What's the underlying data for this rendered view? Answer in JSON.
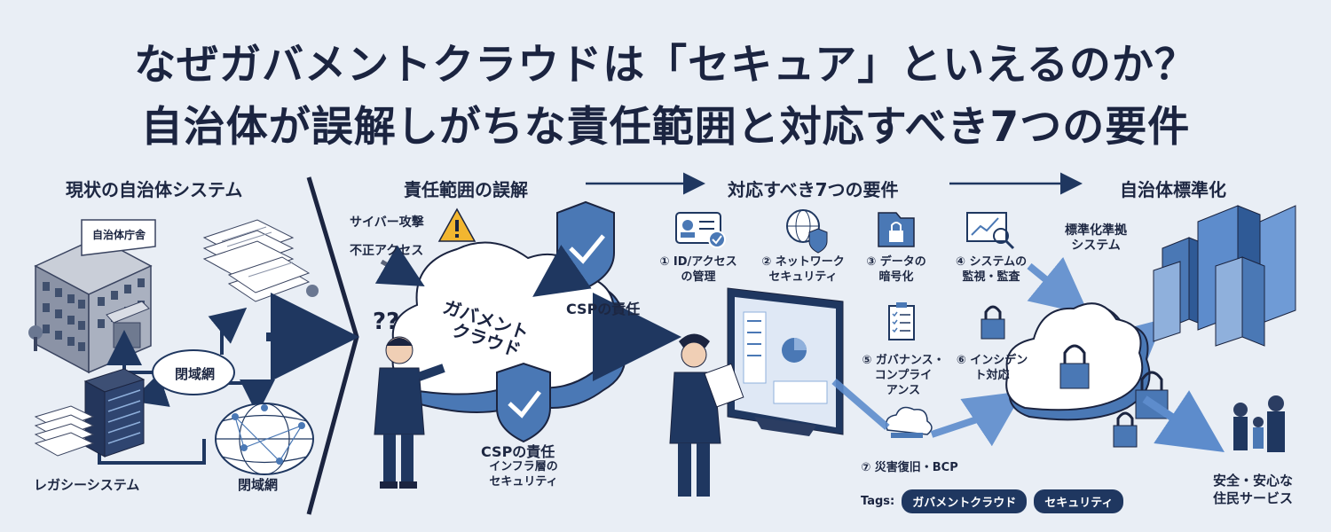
{
  "title": {
    "line1": "なぜガバメントクラウドは「セキュア」といえるのか？",
    "line2": "自治体が誤解しがちな責任範囲と対応すべき7つの要件"
  },
  "sections": {
    "current": "現状の自治体システム",
    "misunderstanding": "責任範囲の誤解",
    "requirements": "対応すべき7つの要件",
    "standardization": "自治体標準化"
  },
  "current_system": {
    "building_sign": "自治体庁舎",
    "closed_network_center": "閉域網",
    "legacy": "レガシーシステム",
    "closed_network_bottom": "閉域網"
  },
  "misunderstanding": {
    "cyber_attack": "サイバー攻撃",
    "unauthorized_access": "不正アクセス",
    "cloud_line1": "ガバメント",
    "cloud_line2": "クラウド",
    "question_marks": "??",
    "csp_top": "CSPの責任",
    "csp_bottom_title": "CSPの責任",
    "csp_bottom_sub1": "インフラ層の",
    "csp_bottom_sub2": "セキュリティ"
  },
  "requirements": [
    {
      "l1": "① ID/アクセス",
      "l2": "の管理",
      "icon": "id-card-icon"
    },
    {
      "l1": "② ネットワーク",
      "l2": "セキュリティ",
      "icon": "globe-shield-icon"
    },
    {
      "l1": "③ データの",
      "l2": "暗号化",
      "icon": "folder-lock-icon"
    },
    {
      "l1": "④ システムの",
      "l2": "監視・監査",
      "icon": "monitor-magnifier-icon"
    },
    {
      "l1": "⑤ ガバナンス・",
      "l2": "コンプライ",
      "l3": "アンス",
      "icon": "clipboard-checklist-icon"
    },
    {
      "l1": "⑥ インシデン",
      "l2": "ト対応",
      "icon": "padlock-icon"
    },
    {
      "l1": "⑦ 災害復旧・BCP",
      "icon": "cloud-recovery-icon"
    }
  ],
  "standardization": {
    "system_line1": "標準化準拠",
    "system_line2": "システム",
    "result_line1": "安全・安心な",
    "result_line2": "住民サービス"
  },
  "tags": {
    "label": "Tags:",
    "items": [
      "ガバメントクラウド",
      "セキュリティ"
    ]
  },
  "colors": {
    "navy": "#1b2440",
    "blue": "#4a78b5",
    "light_blue": "#8fb0dc",
    "background": "#e9eef5",
    "warning": "#f2b630",
    "orange_arrow": "#e46a2b"
  }
}
